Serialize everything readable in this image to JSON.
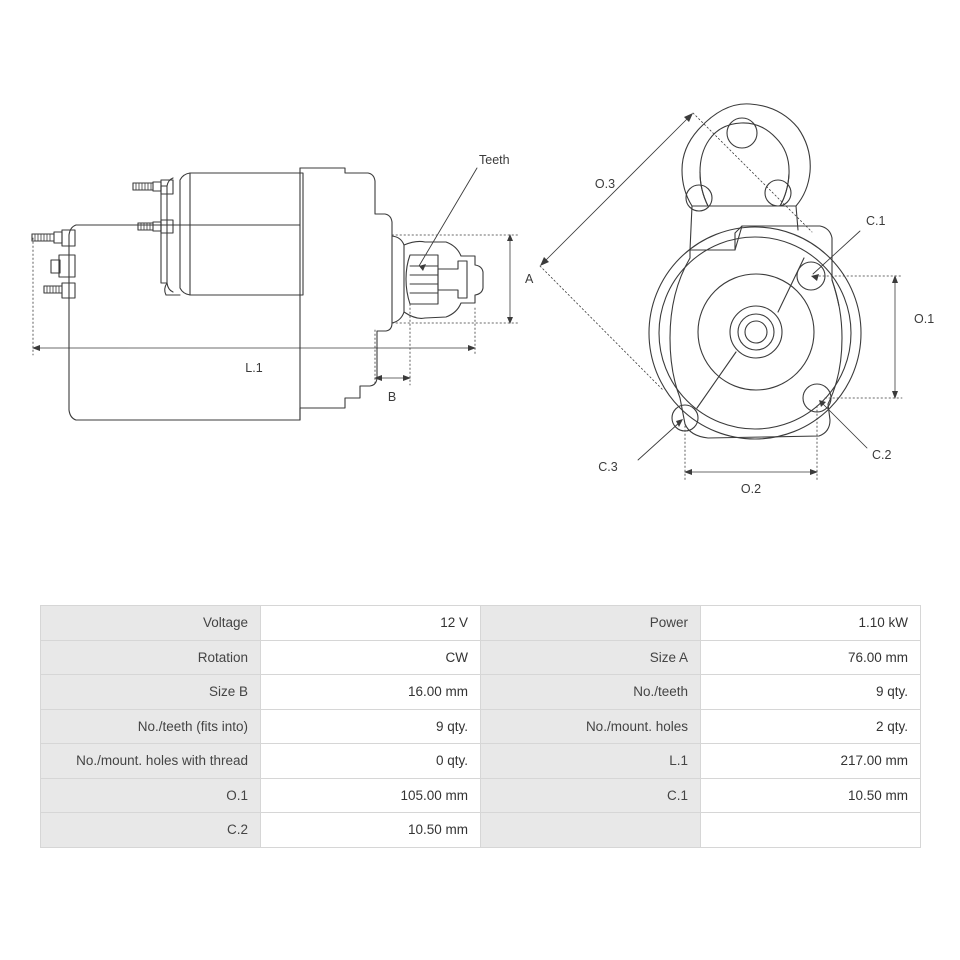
{
  "drawings": {
    "side_view": {
      "name": "starter-motor-side-view",
      "annotations": {
        "teeth": "Teeth",
        "size_a": "A",
        "size_b": "B",
        "length_l1": "L.1"
      }
    },
    "front_view": {
      "name": "starter-motor-front-view",
      "annotations": {
        "o3": "O.3",
        "o1": "O.1",
        "o2": "O.2",
        "c1": "C.1",
        "c2": "C.2",
        "c3": "C.3"
      }
    }
  },
  "spec_table": {
    "rows": [
      {
        "label_left": "Voltage",
        "value_left": "12 V",
        "label_right": "Power",
        "value_right": "1.10 kW"
      },
      {
        "label_left": "Rotation",
        "value_left": "CW",
        "label_right": "Size A",
        "value_right": "76.00 mm"
      },
      {
        "label_left": "Size B",
        "value_left": "16.00 mm",
        "label_right": "No./teeth",
        "value_right": "9 qty."
      },
      {
        "label_left": "No./teeth (fits into)",
        "value_left": "9 qty.",
        "label_right": "No./mount. holes",
        "value_right": "2 qty."
      },
      {
        "label_left": "No./mount. holes with thread",
        "value_left": "0 qty.",
        "label_right": "L.1",
        "value_right": "217.00 mm"
      },
      {
        "label_left": "O.1",
        "value_left": "105.00 mm",
        "label_right": "C.1",
        "value_right": "10.50 mm"
      },
      {
        "label_left": "C.2",
        "value_left": "10.50 mm",
        "label_right": "",
        "value_right": ""
      }
    ]
  },
  "colors": {
    "line": "#3b3b3b",
    "label_bg": "#e8e8e8",
    "border": "#d6d6d6",
    "text": "#333333",
    "page_bg": "#ffffff"
  }
}
